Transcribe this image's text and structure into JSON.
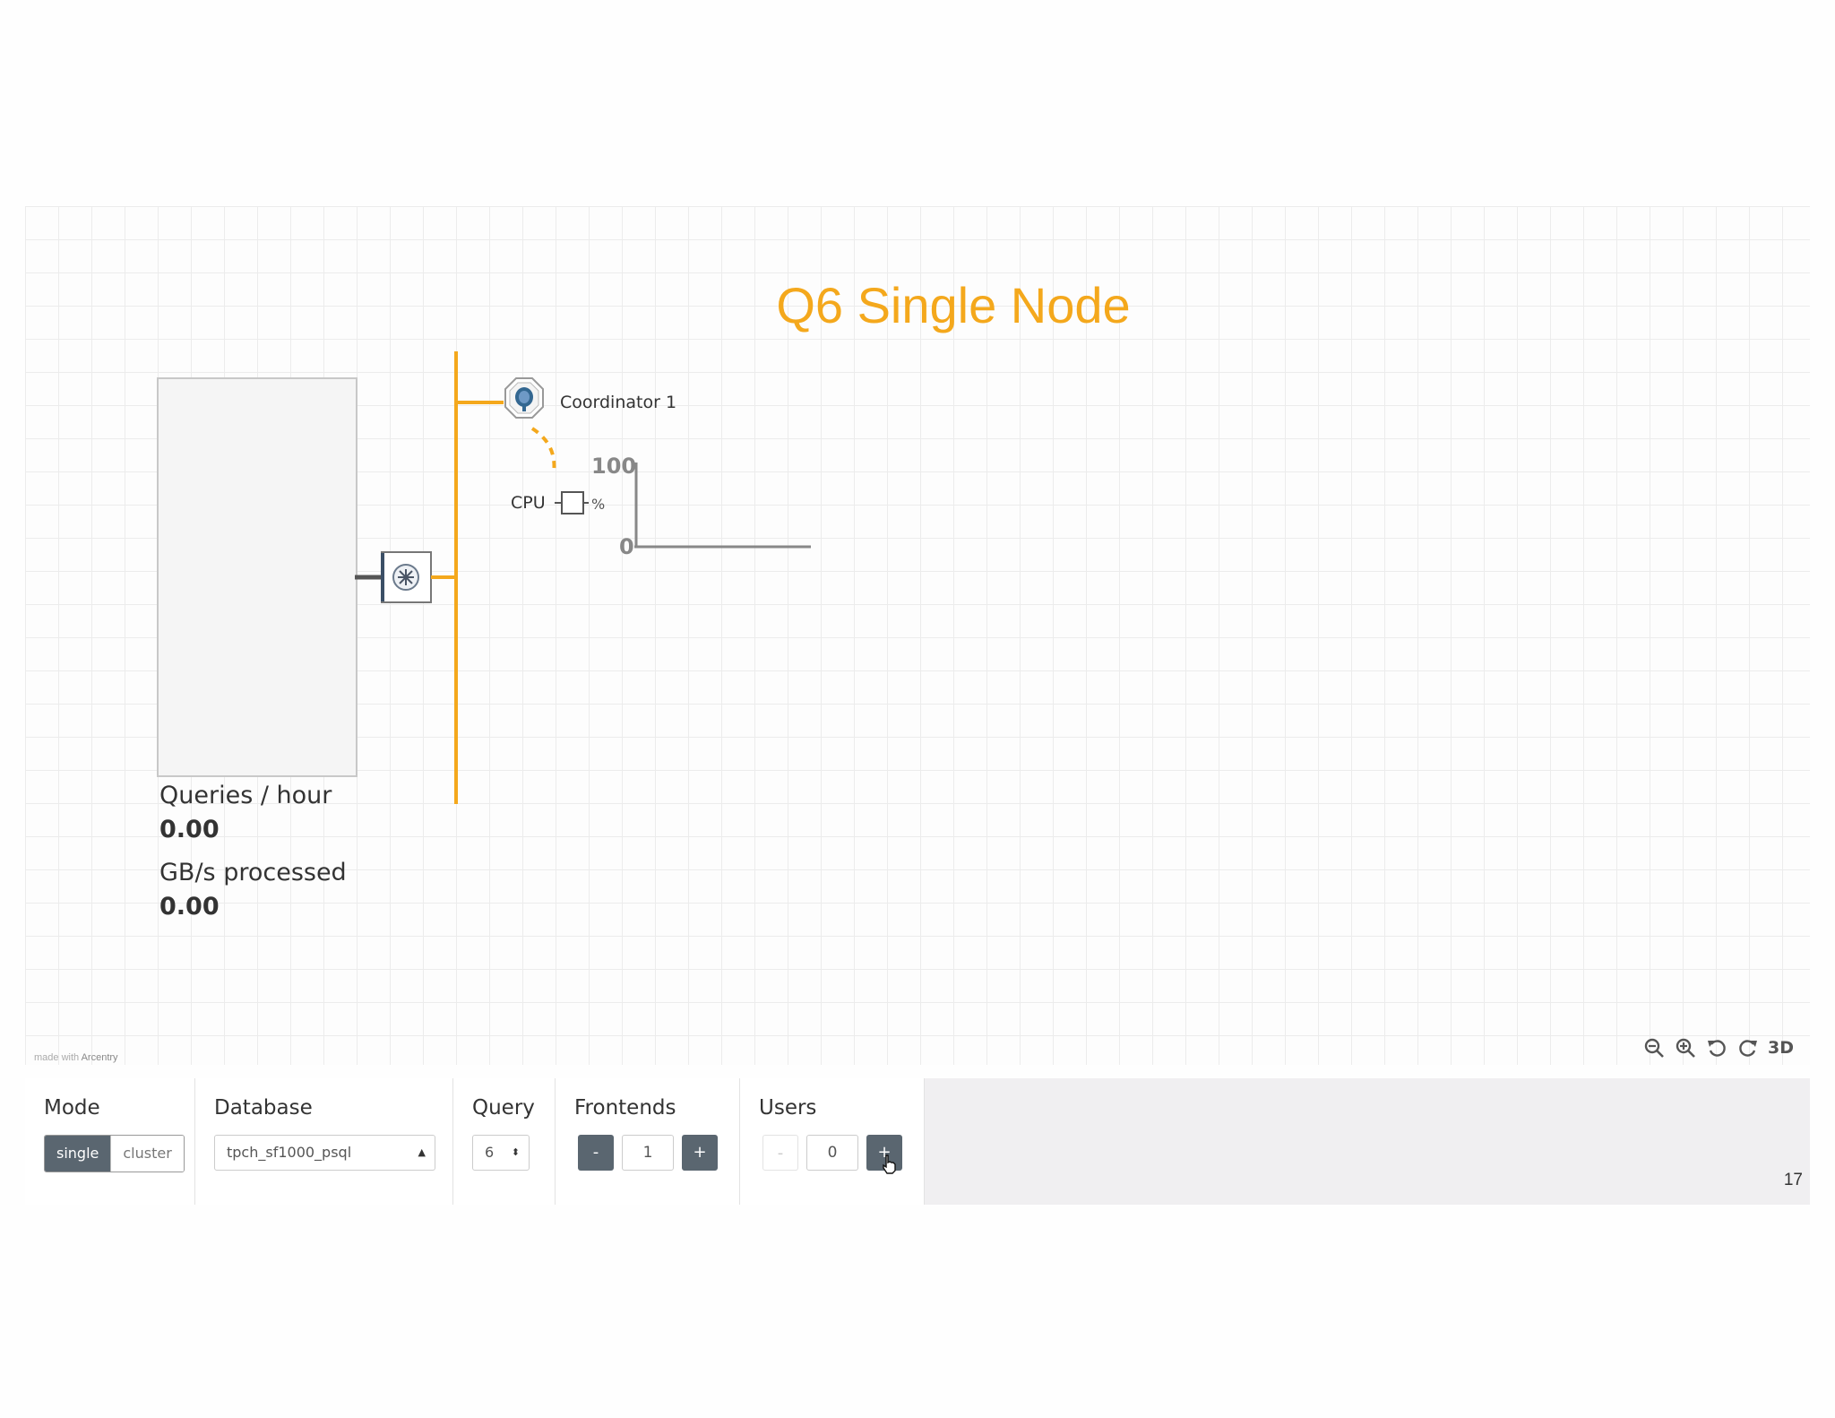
{
  "slide": {
    "title": "Q6 Single Node",
    "page_number": "17"
  },
  "diagram": {
    "coordinator_label": "Coordinator 1",
    "cpu_label": "CPU",
    "cpu_chart": {
      "ymax_label": "100",
      "ymin_label": "0"
    },
    "node_icon": "postgres-elephant-icon",
    "switch_icon": "snowflake-hub-icon",
    "link_color": "#f4a81c"
  },
  "metrics": {
    "queries_label": "Queries / hour",
    "queries_value": "0.00",
    "gbps_label": "GB/s processed",
    "gbps_value": "0.00"
  },
  "footer": {
    "made_with": "made with",
    "brand": "Arcentry"
  },
  "view_tools": {
    "zoom_out": "zoom-out-icon",
    "zoom_in": "zoom-in-icon",
    "rotate_left": "rotate-left-icon",
    "rotate_right": "rotate-right-icon",
    "mode_3d": "3D"
  },
  "controls": {
    "mode": {
      "label": "Mode",
      "options": [
        "single",
        "cluster"
      ],
      "selected": "single"
    },
    "database": {
      "label": "Database",
      "value": "tpch_sf1000_psql"
    },
    "query": {
      "label": "Query",
      "value": "6"
    },
    "frontends": {
      "label": "Frontends",
      "minus": "-",
      "value": "1",
      "plus": "+"
    },
    "users": {
      "label": "Users",
      "minus": "-",
      "value": "0",
      "plus": "+"
    }
  }
}
